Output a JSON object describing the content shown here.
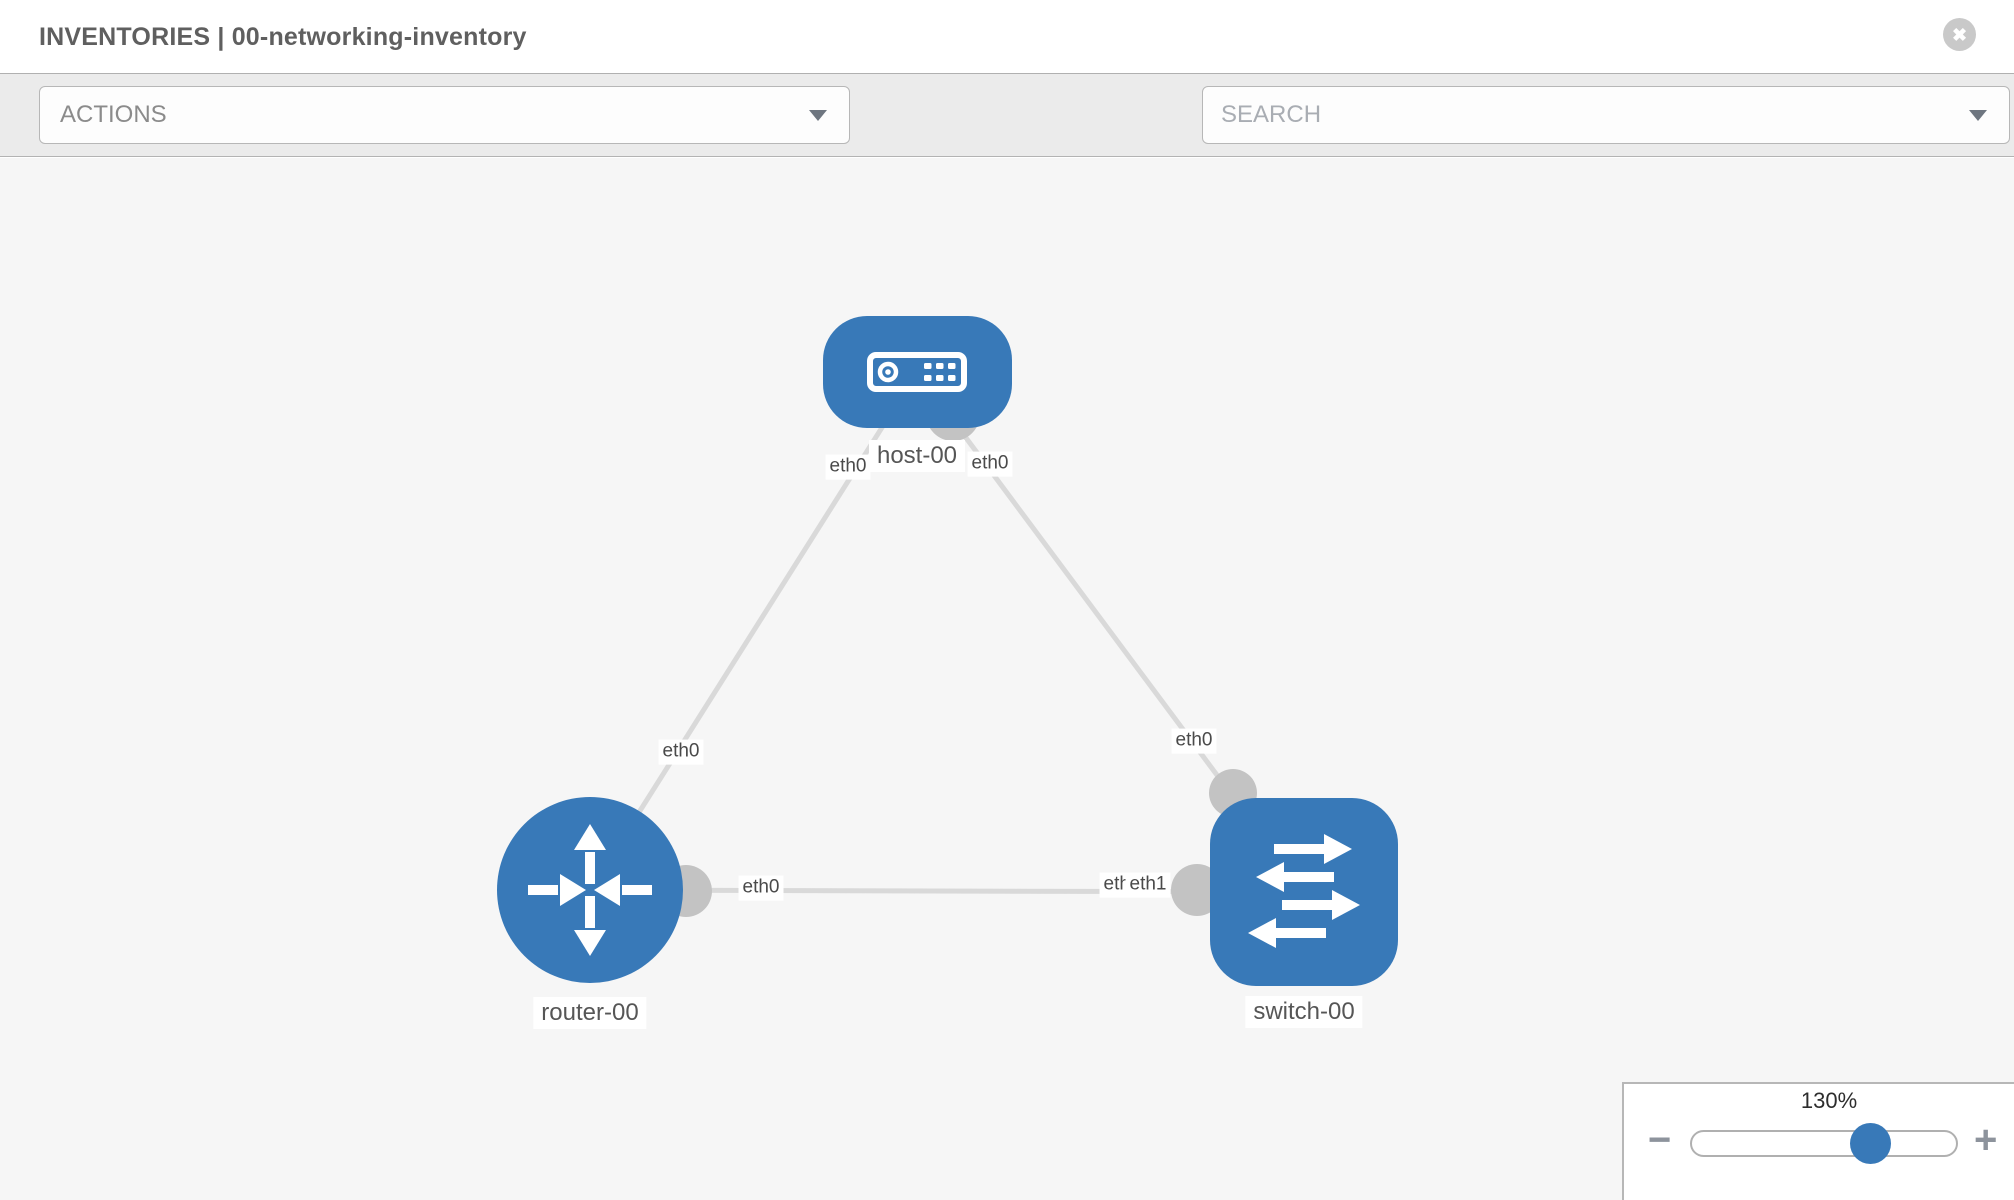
{
  "header": {
    "title": "INVENTORIES | 00-networking-inventory",
    "close_label": "✖"
  },
  "toolbar": {
    "actions_label": "ACTIONS",
    "search_placeholder": "SEARCH",
    "icons": [
      "wrench-icon",
      "key-icon"
    ]
  },
  "topology": {
    "nodes": {
      "host": {
        "label": "host-00",
        "type": "host",
        "shape": "rounded-rect",
        "color": "#3879b8"
      },
      "router": {
        "label": "router-00",
        "type": "router",
        "shape": "circle",
        "color": "#3879b8"
      },
      "switch": {
        "label": "switch-00",
        "type": "switch",
        "shape": "rounded-square",
        "color": "#3879b8"
      }
    },
    "interfaces": {
      "host_to_router": "eth0",
      "host_to_switch": "eth0",
      "router_to_host": "eth0",
      "switch_to_host": "eth0",
      "router_to_switch": "eth0",
      "switch_to_router_hidden": "eth0",
      "switch_to_router": "eth1"
    },
    "links": [
      {
        "from": "host-00",
        "to": "router-00",
        "from_interface": "eth0",
        "to_interface": "eth0"
      },
      {
        "from": "host-00",
        "to": "switch-00",
        "from_interface": "eth0",
        "to_interface": "eth0"
      },
      {
        "from": "router-00",
        "to": "switch-00",
        "from_interface": "eth0",
        "to_interface": "eth1"
      }
    ],
    "colors": {
      "node_fill": "#3879b8",
      "link_line": "#d9d9d9",
      "connector": "#c3c3c3",
      "label_bg": "#ffffff"
    }
  },
  "zoom_control": {
    "level": "130%",
    "minus_label": "−",
    "plus_label": "+"
  }
}
